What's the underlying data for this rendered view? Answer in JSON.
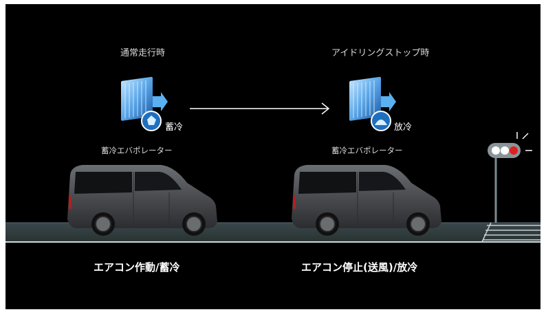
{
  "left_panel": {
    "heading": "通常走行時",
    "action_label": "蓄冷",
    "device_label": "蓄冷エバポレーター",
    "caption": "エアコン作動/蓄冷"
  },
  "right_panel": {
    "heading": "アイドリングストップ時",
    "action_label": "放冷",
    "device_label": "蓄冷エバポレーター",
    "caption": "エアコン停止(送風)/放冷"
  },
  "colors": {
    "background": "#000000",
    "road": "#2f3b40",
    "road_line": "#c8d0d4",
    "evaporator_blue": "#3d8fd6",
    "arrow_blue": "#5ab0f0",
    "signal_red": "#e02020",
    "van_body": "#4a4c50"
  },
  "icons": {
    "evaporator": "evaporator-icon",
    "arrow": "right-arrow-icon",
    "signal": "traffic-signal-icon",
    "vehicle": "van-icon"
  }
}
